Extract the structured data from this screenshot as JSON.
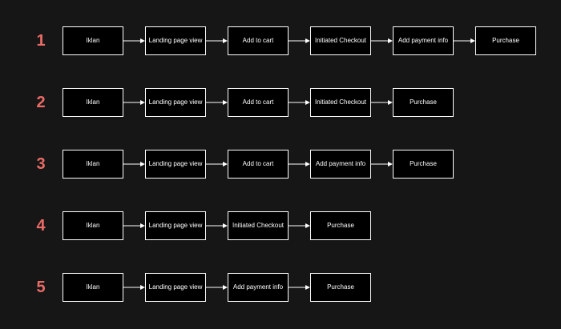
{
  "colors": {
    "background": "#161616",
    "node_fill": "#000000",
    "node_stroke": "#ffffff",
    "text": "#ffffff",
    "row_number": "#ea6b66"
  },
  "flows": [
    {
      "number": "1",
      "steps": [
        "Iklan",
        "Landing page view",
        "Add to cart",
        "Initiated Checkout",
        "Add payment info",
        "Purchase"
      ]
    },
    {
      "number": "2",
      "steps": [
        "Iklan",
        "Landing page view",
        "Add to cart",
        "Initiated Checkout",
        "Purchase"
      ]
    },
    {
      "number": "3",
      "steps": [
        "Iklan",
        "Landing page view",
        "Add to cart",
        "Add payment info",
        "Purchase"
      ]
    },
    {
      "number": "4",
      "steps": [
        "Iklan",
        "Landing page view",
        "Initiated Checkout",
        "Purchase"
      ]
    },
    {
      "number": "5",
      "steps": [
        "Iklan",
        "Landing page view",
        "Add payment info",
        "Purchase"
      ]
    }
  ]
}
